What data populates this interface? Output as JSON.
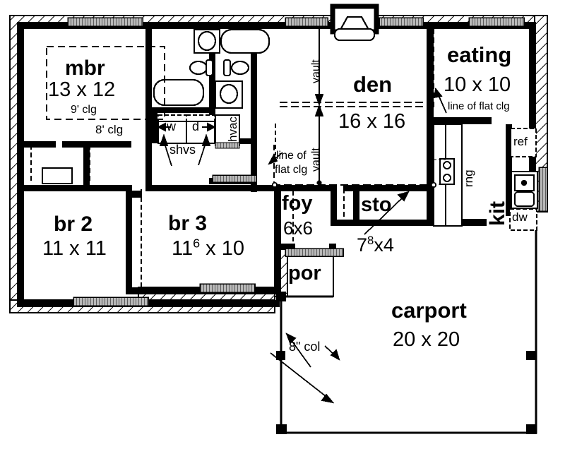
{
  "plan": {
    "title": "Residential Floor Plan",
    "background_color": "#ffffff",
    "line_color": "#000000",
    "window_fill": "#b4b4b4"
  },
  "rooms": [
    {
      "id": "mbr",
      "name": "mbr",
      "dim": "13 x 12",
      "note_inner": "9' clg",
      "note_outer": "8' clg"
    },
    {
      "id": "br2",
      "name": "br 2",
      "dim": "11 x 11"
    },
    {
      "id": "br3",
      "name": "br 3",
      "dim_pre": "11",
      "dim_sup": "6",
      "dim_post": " x 10"
    },
    {
      "id": "den",
      "name": "den",
      "dim": "16 x 16"
    },
    {
      "id": "eating",
      "name": "eating",
      "dim": "10 x 10",
      "note": "line of flat clg"
    },
    {
      "id": "kit",
      "name": "kit"
    },
    {
      "id": "foy",
      "name": "foy",
      "dim": "6x6"
    },
    {
      "id": "sto",
      "name": "sto",
      "dim_pre": "7",
      "dim_sup": "8",
      "dim_post": "x4"
    },
    {
      "id": "por",
      "name": "por"
    },
    {
      "id": "carport",
      "name": "carport",
      "dim": "20 x 20"
    }
  ],
  "annotations": {
    "vault_upper": "vault",
    "vault_lower": "vault",
    "flat_clg_den": "line of\nflat clg",
    "flat_clg_den_l1": "line of",
    "flat_clg_den_l2": "flat clg",
    "flat_clg_eating": "line of flat clg",
    "column": "8\" col",
    "shelves": "shvs",
    "washer": "w",
    "dryer": "d",
    "hvac": "hvac",
    "range": "rng",
    "refrigerator": "ref",
    "dishwasher": "dw",
    "mbr_tray_clg": "9' clg",
    "mbr_clg": "8' clg"
  },
  "fixtures": [
    {
      "name": "bath-1-sink"
    },
    {
      "name": "bath-1-toilet"
    },
    {
      "name": "bath-1-tub"
    },
    {
      "name": "bath-2-sink"
    },
    {
      "name": "bath-2-toilet"
    },
    {
      "name": "bath-2-tub"
    },
    {
      "name": "kitchen-sink"
    },
    {
      "name": "kitchen-range"
    },
    {
      "name": "kitchen-refrigerator"
    },
    {
      "name": "kitchen-dishwasher"
    },
    {
      "name": "fireplace"
    },
    {
      "name": "washer"
    },
    {
      "name": "dryer"
    },
    {
      "name": "hvac-unit"
    }
  ]
}
